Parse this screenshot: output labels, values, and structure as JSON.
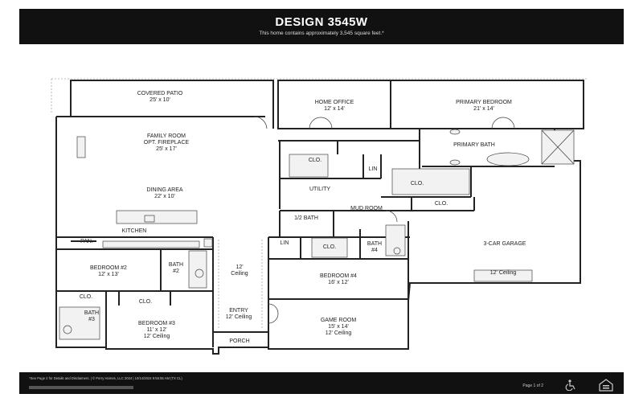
{
  "header": {
    "title": "DESIGN 3545W",
    "subtitle": "This home contains approximately 3,545 square feet.*"
  },
  "rooms": {
    "covered_patio": {
      "name": "COVERED PATIO",
      "size": "25' x 10'"
    },
    "home_office": {
      "name": "HOME OFFICE",
      "size": "12' x 14'"
    },
    "primary_bedroom": {
      "name": "PRIMARY BEDROOM",
      "size": "21' x 14'"
    },
    "family_room": {
      "name": "FAMILY ROOM",
      "note": "OPT. FIREPLACE",
      "size": "25' x 17'"
    },
    "primary_bath": {
      "name": "PRIMARY BATH"
    },
    "clo_office": {
      "name": "CLO."
    },
    "lin_upper": {
      "name": "LIN"
    },
    "clo_primary": {
      "name": "CLO."
    },
    "dining_area": {
      "name": "DINING AREA",
      "size": "22' x 10'"
    },
    "utility": {
      "name": "UTILITY"
    },
    "mud_room": {
      "name": "MUD ROOM"
    },
    "clo_mud": {
      "name": "CLO."
    },
    "half_bath": {
      "name": "1/2 BATH"
    },
    "kitchen": {
      "name": "KITCHEN"
    },
    "pantry": {
      "name": "PAN."
    },
    "lin_lower": {
      "name": "LIN"
    },
    "clo_hall": {
      "name": "CLO."
    },
    "bath_4": {
      "name": "BATH",
      "number": "#4"
    },
    "garage": {
      "name": "3-CAR GARAGE",
      "ceiling": "12' Ceiling"
    },
    "bedroom_2": {
      "name": "BEDROOM #2",
      "size": "12' x 13'"
    },
    "bath_2": {
      "name": "BATH",
      "number": "#2"
    },
    "hall_ceiling": {
      "size": "12'",
      "ceiling": "Ceiling"
    },
    "bedroom_4": {
      "name": "BEDROOM #4",
      "size": "16' x 12'"
    },
    "clo_bed2": {
      "name": "CLO."
    },
    "clo_bed3": {
      "name": "CLO."
    },
    "bath_3": {
      "name": "BATH",
      "number": "#3"
    },
    "bedroom_3": {
      "name": "BEDROOM #3",
      "size": "11' x 12'",
      "ceiling": "12' Ceiling"
    },
    "entry": {
      "name": "ENTRY",
      "ceiling": "12' Ceiling"
    },
    "game_room": {
      "name": "GAME ROOM",
      "size": "15' x 14'",
      "ceiling": "12' Ceiling"
    },
    "porch": {
      "name": "PORCH"
    }
  },
  "footer": {
    "note": "*See Page 2 for Details and Disclaimers. | © Perry Homes, LLC 2024 | 10/14/2024 9:55:55 AM (TX CL)",
    "page": "Page 1 of 2"
  },
  "icons": {
    "accessibility": "wheelchair-accessibility-icon",
    "equal_housing": "equal-housing-opportunity-icon"
  },
  "colors": {
    "header_bg": "#111111",
    "wall": "#222222",
    "background": "#ffffff"
  }
}
